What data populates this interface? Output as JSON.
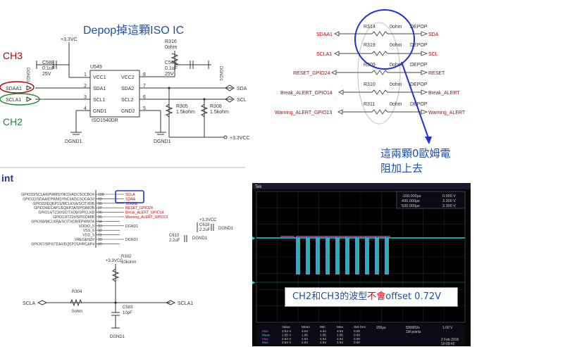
{
  "title": "Depop掉這顆ISO IC",
  "channels": {
    "ch3": "CH3",
    "ch2": "CH2"
  },
  "nets": {
    "vcc33": "+3.3VCC",
    "vcc33_short": "+3.3VC",
    "vcc33_right": "+3.3VCC",
    "dgnd": "DGND1",
    "sdaa1": "SDAA1",
    "scla1": "SCLA1",
    "sda": "SDA",
    "scl": "SCL"
  },
  "capacitors": {
    "c588": {
      "ref": "C588",
      "value": "0.1uF",
      "voltage": "25V"
    },
    "c589": {
      "ref": "C589",
      "value": "0.1uF",
      "voltage": "25V"
    }
  },
  "ic": {
    "ref": "U549",
    "part": "ISO1540DR",
    "pins_left": [
      {
        "num": "1",
        "name": "VCC1"
      },
      {
        "num": "2",
        "name": "SDA1"
      },
      {
        "num": "3",
        "name": "SCL1"
      },
      {
        "num": "4",
        "name": "GND1"
      }
    ],
    "pins_right": [
      {
        "num": "8",
        "name": "VCC2"
      },
      {
        "num": "7",
        "name": "SDA2"
      },
      {
        "num": "6",
        "name": "SCL2"
      },
      {
        "num": "5",
        "name": "GND2"
      }
    ]
  },
  "top_resistor": {
    "ref": "R316",
    "value": "0ohm"
  },
  "pullups": [
    {
      "ref": "R305",
      "value": "1.5kohm"
    },
    {
      "ref": "R308",
      "value": "1.5kohm"
    }
  ],
  "depop_table": [
    {
      "left": "SDAA1",
      "ref": "R314",
      "value": "0ohm",
      "tag": "DEPOP",
      "right": "SDA"
    },
    {
      "left": "SCLA1",
      "ref": "R319",
      "value": "0ohm",
      "tag": "DEPOP",
      "right": "SCL"
    },
    {
      "left": "RESET_GPIO24",
      "ref": "R309",
      "value": "0ohm",
      "tag": "DEPOP",
      "right": "RESET"
    },
    {
      "left": "Break_ALERT_GPIO14",
      "ref": "R310",
      "value": "0ohm",
      "tag": "DEPOP",
      "right": "Break_ALERT"
    },
    {
      "left": "Warning_ALERT_GPIO13",
      "ref": "R311",
      "value": "0ohm",
      "tag": "DEPOP",
      "right": "Warning_ALERT"
    }
  ],
  "callout": {
    "line1": "這兩顆0歐姆電",
    "line2": "阻加上去"
  },
  "section_label": "int",
  "mcu": {
    "pins": [
      {
        "name": "GPIO33/SCLA/EPWMSYNCO/ADCSOCBO#",
        "num": "100",
        "net": "SCLA"
      },
      {
        "name": "GPIO32/SDAA/EPWMSYNCI/ADCSOCAO#",
        "num": "99",
        "net": "SDAA"
      },
      {
        "name": "GPIO22/EQEP1S/MCLKXA/SCITXDB",
        "num": "98",
        "net": "SPARE"
      },
      {
        "name": "GPIO24/ECAP1/EQEP2A/SPISIMOB",
        "num": "97",
        "net": "RESET_GPIO24"
      },
      {
        "name": "GPIO14/TZ3#/SCITXDB/SPICLKB",
        "num": "96",
        "net": "Break_ALERT_GPIO14"
      },
      {
        "name": "GPIO13/TZ2#/SPISOMIB",
        "num": "95",
        "net": "Warning_ALERT_GPIO13"
      },
      {
        "name": "GPIO58/MCLKRA/SCITXDB/EPWM7A",
        "num": "94",
        "net": ""
      },
      {
        "name": "VDDIO_5",
        "num": "93",
        "net": "DGND1"
      },
      {
        "name": "VSS_6",
        "num": "92",
        "net": ""
      },
      {
        "name": "VDD_5",
        "num": "91",
        "net": ""
      },
      {
        "name": "VREGENZ#",
        "num": "90",
        "net": "DGND1"
      },
      {
        "name": "GPIO57/SPISTEA#/EQEP2S/HRCAP4",
        "num": "89",
        "net": ""
      }
    ],
    "c618": {
      "ref": "C618",
      "value": "2.2uF"
    },
    "c610": {
      "ref": "C610",
      "value": "2.2uF"
    }
  },
  "bottom": {
    "r302": {
      "ref": "R302",
      "value": "10kohm"
    },
    "r304": {
      "ref": "R304",
      "value": "0ohm"
    },
    "c583": {
      "ref": "C583",
      "value": "10pF"
    },
    "scla": "SCLA",
    "scla1": "SCLA1"
  },
  "scope": {
    "brand": "Tek",
    "readouts": [
      "-100.000µs",
      "430.000µs",
      "530.000µs",
      "0.000 V",
      "3.300 V",
      "3.300 V"
    ],
    "overlay": {
      "before": "CH2和CH3的波型",
      "red": "不會",
      "after": "offset 0.72V"
    },
    "meas_header": [
      "Value",
      "Mean",
      "Min",
      "Max",
      "Std Dev"
    ],
    "meas_rows": [
      [
        "3.54 V",
        "3.54",
        "3.54",
        "3.54",
        "0.00"
      ],
      [
        "1.85 V",
        "1.85",
        "1.85",
        "1.85",
        "0.00"
      ],
      [
        "2.54 V",
        "2.54",
        "2.54",
        "2.54",
        "0.00"
      ],
      [
        "2.54 V",
        "2.54",
        "2.54",
        "3.54",
        "0.00"
      ]
    ],
    "row_labels": [
      "Max",
      "Mean",
      "Max",
      "Max"
    ],
    "timebase": "200µs",
    "sample": "500MS/s",
    "record": "1M points",
    "trigger": "1.00 V",
    "date": "2 Feb 2016",
    "time": "10:09:42"
  }
}
